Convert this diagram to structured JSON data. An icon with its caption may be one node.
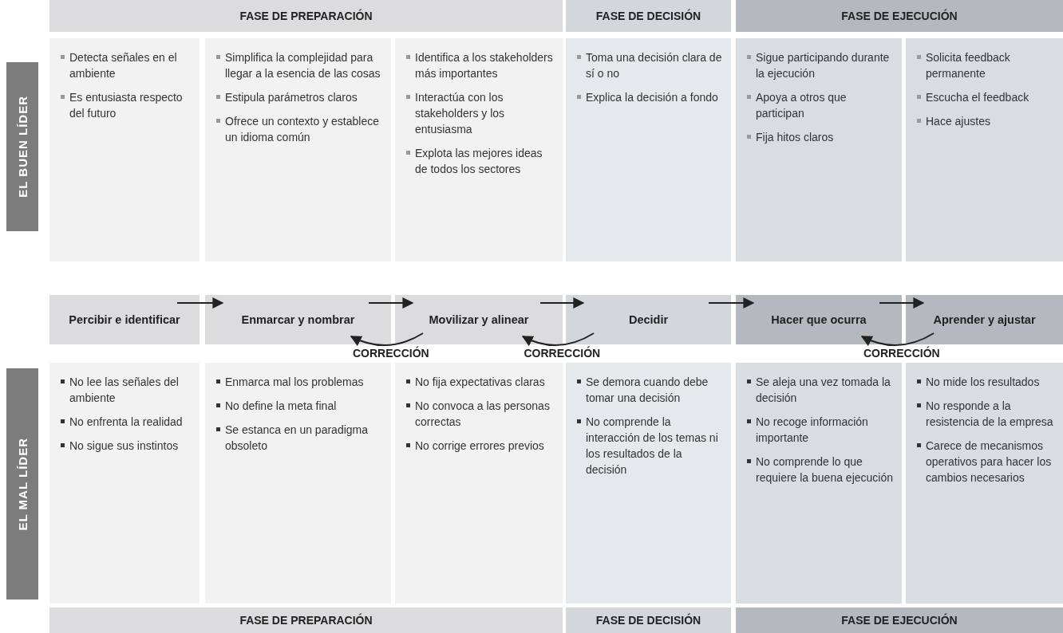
{
  "diagram": {
    "nodes": [
      {
        "text": [
          "FASE DE PREPARACIÓN"
        ]
      },
      {
        "text": [
          "FASE DE DECISIÓN"
        ]
      },
      {
        "text": [
          "FASE DE EJECUCIÓN"
        ]
      },
      {
        "text": [
          "EL BUEN LÍDER"
        ]
      },
      {
        "text": [
          "Detecta señales en el ambiente",
          "Es entusiasta respecto del futuro"
        ]
      },
      {
        "text": [
          "Simplifica la complejidad para llegar a la esencia de las cosas",
          "Estipula parámetros claros",
          "Ofrece un contexto y establece un idioma común"
        ]
      },
      {
        "text": [
          "Identifica a los stakeholders más importantes",
          "Interactúa con los stakeholders y los entusiasma",
          "Explota las mejores ideas de todos los sectores"
        ]
      },
      {
        "text": [
          "Toma una decisión clara de sí o no",
          "Explica la decisión a fondo"
        ]
      },
      {
        "text": [
          "Sigue participando durante la ejecución",
          "Apoya a otros que participan",
          "Fija hitos claros"
        ]
      },
      {
        "text": [
          "Solicita feedback permanente",
          "Escucha el feedback",
          "Hace ajustes"
        ]
      },
      {
        "text": [
          "Percibir e identificar"
        ]
      },
      {
        "text": [
          "Enmarcar y nombrar"
        ]
      },
      {
        "text": [
          "Movilizar y alinear"
        ]
      },
      {
        "text": [
          "Decidir"
        ]
      },
      {
        "text": [
          "Hacer que ocurra"
        ]
      },
      {
        "text": [
          "Aprender y ajustar"
        ]
      },
      {
        "text": [
          "EL MAL LÍDER"
        ]
      },
      {
        "text": [
          "No lee las señales del ambiente",
          "No enfrenta la realidad",
          "No sigue sus instintos"
        ]
      },
      {
        "text": [
          "Enmarca mal los problemas",
          "No define la meta final",
          "Se estanca en un paradigma obsoleto"
        ]
      },
      {
        "text": [
          "No fija expectativas claras",
          "No convoca a las personas correctas",
          "No corrige errores previos"
        ]
      },
      {
        "text": [
          "Se demora cuando debe tomar una decisión",
          "No comprende la interacción de los temas ni los resultados de la decisión"
        ]
      },
      {
        "text": [
          "Se aleja una vez tomada la decisión",
          "No recoge información importante",
          "No comprende lo que requiere la buena ejecución"
        ]
      },
      {
        "text": [
          "No mide los resultados",
          "No responde a la resistencia de la empresa",
          "Carece de mecanismos operativos para hacer los cambios necesarios"
        ]
      },
      {
        "text": [
          "FASE DE PREPARACIÓN"
        ]
      },
      {
        "text": [
          "FASE DE DECISIÓN"
        ]
      },
      {
        "text": [
          "FASE DE EJECUCIÓN"
        ]
      }
    ],
    "edges": [
      {
        "from": 10,
        "to": 11,
        "arrow": "to"
      },
      {
        "from": 11,
        "to": 12,
        "arrow": "to"
      },
      {
        "from": 12,
        "to": 13,
        "arrow": "to"
      },
      {
        "from": 13,
        "to": 14,
        "arrow": "to"
      },
      {
        "from": 14,
        "to": 15,
        "arrow": "to"
      },
      {
        "from": 12,
        "to": 11,
        "arrow": "to",
        "label": "CORRECCIÓN"
      },
      {
        "from": 13,
        "to": 12,
        "arrow": "to",
        "label": "CORRECCIÓN"
      },
      {
        "from": 15,
        "to": 14,
        "arrow": "to",
        "label": "CORRECCIÓN"
      }
    ]
  }
}
